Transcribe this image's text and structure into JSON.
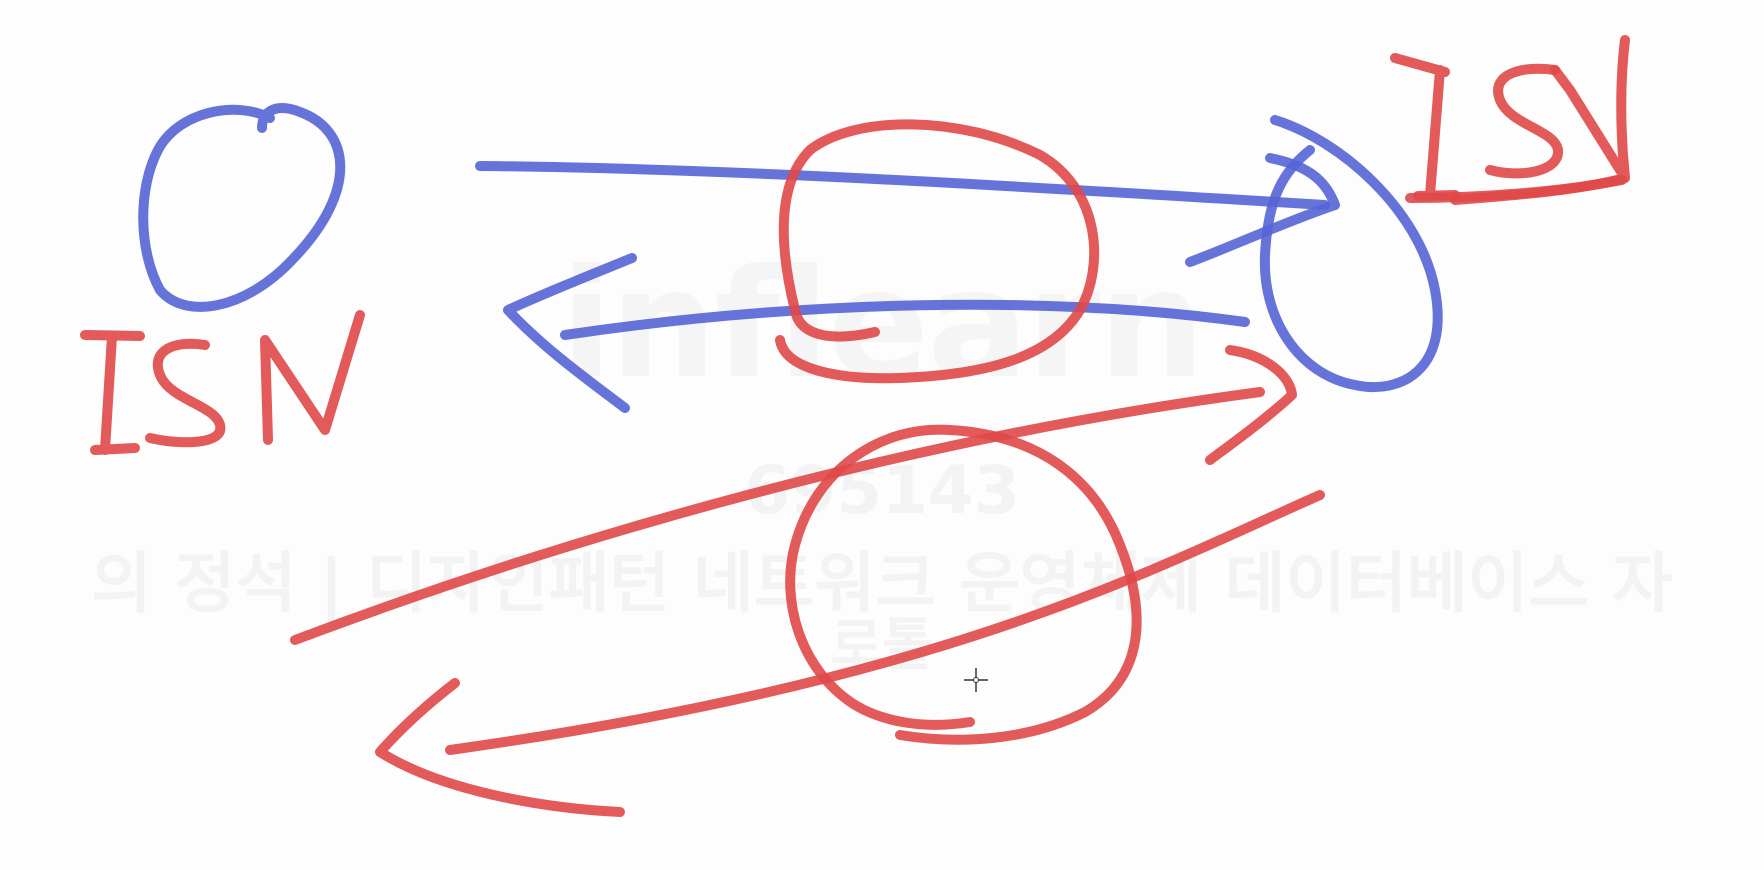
{
  "canvas": {
    "background_color": "#fdfdfd",
    "ink_colors": {
      "blue": "#5565d6",
      "red": "#e04848"
    }
  },
  "labels": {
    "left_isn": "ISN",
    "right_isn": "ISN"
  },
  "watermark": {
    "logo_text": "inflearn",
    "id_text": "695143",
    "course_text": "의 정석 | 디자인패턴 네트워크 운영체제 데이터베이스 자",
    "course_sub_text": "로톨"
  },
  "cursor": {
    "icon": "crosshair-cursor-icon"
  }
}
